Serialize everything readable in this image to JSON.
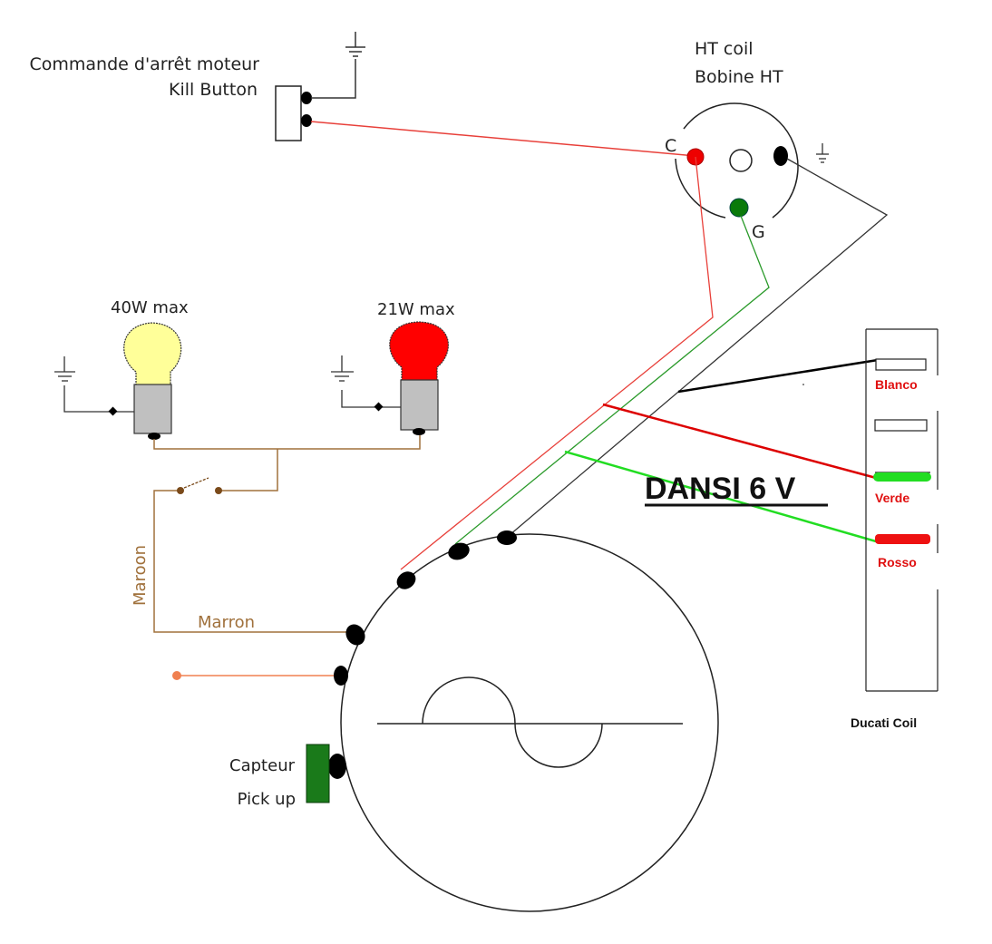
{
  "diagram": {
    "title": "DANSI 6 V",
    "kill_button": {
      "label_fr": "Commande d'arrêt moteur",
      "label_en": "Kill Button"
    },
    "ht_coil": {
      "label_en": "HT coil",
      "label_fr": "Bobine HT",
      "terminal_c": "C",
      "terminal_g": "G"
    },
    "lamps": [
      {
        "rating": "40W max",
        "color": "#ffff99"
      },
      {
        "rating": "21W max",
        "color": "#ff0000"
      }
    ],
    "wires": {
      "maroon_vertical": "Maroon",
      "marron_horizontal": "Marron"
    },
    "pickup": {
      "label_fr": "Capteur",
      "label_en": "Pick up",
      "color": "#1a7a1a"
    },
    "ducati_coil": {
      "title": "Ducati Coil",
      "terminals": [
        {
          "label": "Blanco",
          "fill": "#ffffff"
        },
        {
          "label": "",
          "fill": "#ffffff"
        },
        {
          "label": "Verde",
          "fill": "#22dd22"
        },
        {
          "label": "Rosso",
          "fill": "#ee1111"
        }
      ]
    },
    "colors": {
      "wire_red": "#e8403a",
      "wire_green": "#2a9a2a",
      "wire_black": "#333333",
      "wire_brown": "#a0713c",
      "wire_orange": "#f08050",
      "bright_red": "#dd0000",
      "bright_green": "#22dd22"
    }
  }
}
